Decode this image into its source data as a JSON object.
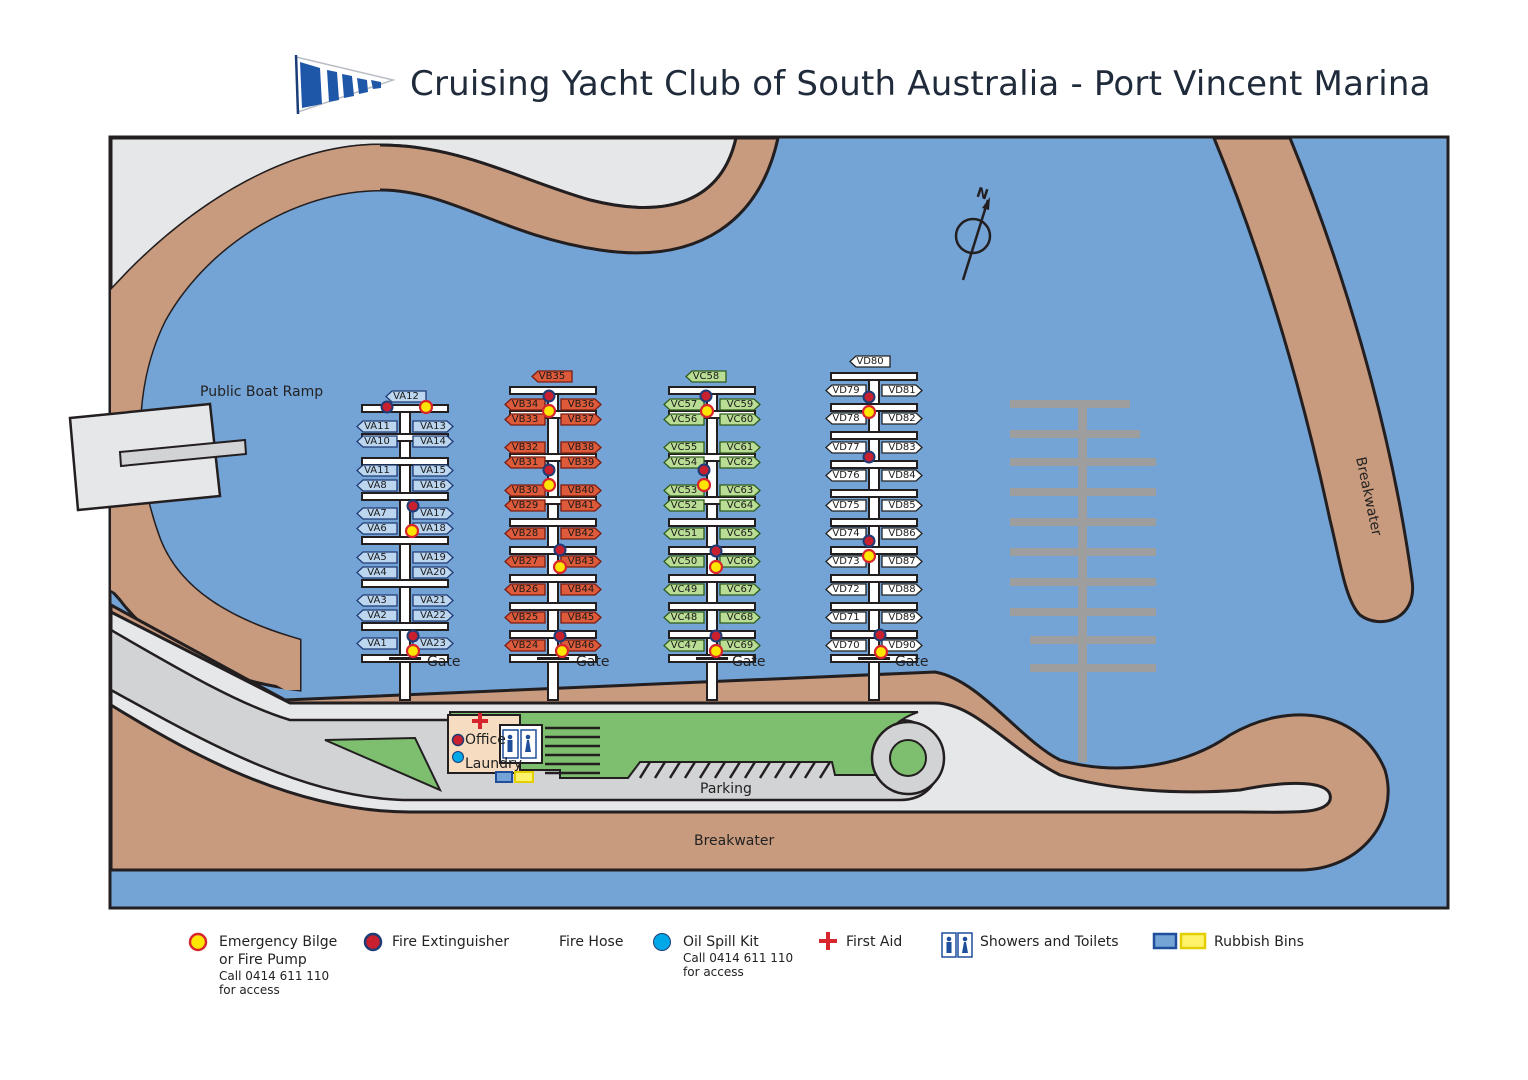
{
  "title": "Cruising Yacht Club of South Australia - Port Vincent Marina",
  "colors": {
    "water": "#74a3d6",
    "land": "#e6e7e8",
    "breakwater": "#c89a7e",
    "grass": "#7dbf6e",
    "road": "#d1d3d4",
    "arm_a": "#bcd6ef",
    "arm_b": "#dd5a3b",
    "arm_c": "#b9dd95",
    "arm_d": "#ffffff",
    "pump": "#ffe600",
    "extinguisher": "#c8202f",
    "oil": "#00a8e8"
  },
  "icons": {
    "logo": "blue-white-pennant-flag",
    "compass": "north-arrow",
    "pump": "yellow-circle-red-rim",
    "extinguisher": "red-circle-navy-rim",
    "oil": "cyan-circle",
    "first_aid": "red-cross",
    "showers": "person-toilet-icon",
    "bins": "blue-yellow-bins"
  },
  "map_labels": {
    "public_boat_ramp": "Public Boat Ramp",
    "breakwater_right": "Breakwater",
    "breakwater_bottom": "Breakwater",
    "parking": "Parking",
    "office": "Office",
    "laundry": "Laundry",
    "gate": "Gate",
    "north": "N"
  },
  "arm_a": {
    "end": "VA12",
    "left": [
      "VA11",
      "VA10",
      "VA11",
      "VA8",
      "VA7",
      "VA6",
      "VA5",
      "VA4",
      "VA3",
      "VA2",
      "VA1"
    ],
    "right": [
      "VA13",
      "VA14",
      "VA15",
      "VA16",
      "VA17",
      "VA18",
      "VA19",
      "VA20",
      "VA21",
      "VA22",
      "VA23"
    ]
  },
  "arm_b": {
    "end": "VB35",
    "left": [
      "VB34",
      "VB33",
      "VB32",
      "VB31",
      "VB30",
      "VB29",
      "VB28",
      "VB27",
      "VB26",
      "VB25",
      "VB24"
    ],
    "right": [
      "VB36",
      "VB37",
      "VB38",
      "VB39",
      "VB40",
      "VB41",
      "VB42",
      "VB43",
      "VB44",
      "VB45",
      "VB46"
    ]
  },
  "arm_c": {
    "end": "VC58",
    "left": [
      "VC57",
      "VC56",
      "VC55",
      "VC54",
      "VC53",
      "VC52",
      "VC51",
      "VC50",
      "VC49",
      "VC48",
      "VC47"
    ],
    "right": [
      "VC59",
      "VC60",
      "VC61",
      "VC62",
      "VC63",
      "VC64",
      "VC65",
      "VC66",
      "VC67",
      "VC68",
      "VC69"
    ]
  },
  "arm_d": {
    "end": "VD80",
    "left": [
      "VD79",
      "VD78",
      "VD77",
      "VD76",
      "VD75",
      "VD74",
      "VD73",
      "VD72",
      "VD71",
      "VD70"
    ],
    "right": [
      "VD81",
      "VD82",
      "VD83",
      "VD84",
      "VD85",
      "VD86",
      "VD87",
      "VD88",
      "VD89",
      "VD90"
    ]
  },
  "legend": {
    "pump_label": "Emergency Bilge",
    "pump_label2": "or Fire Pump",
    "pump_call": "Call 0414 611 110",
    "pump_access": "for access",
    "extinguisher": "Fire Extinguisher",
    "hose": "Fire Hose",
    "oil_label": "Oil Spill Kit",
    "oil_call": "Call 0414 611 110",
    "oil_access": "for access",
    "first_aid": "First Aid",
    "showers": "Showers and  Toilets",
    "bins": "Rubbish Bins"
  }
}
